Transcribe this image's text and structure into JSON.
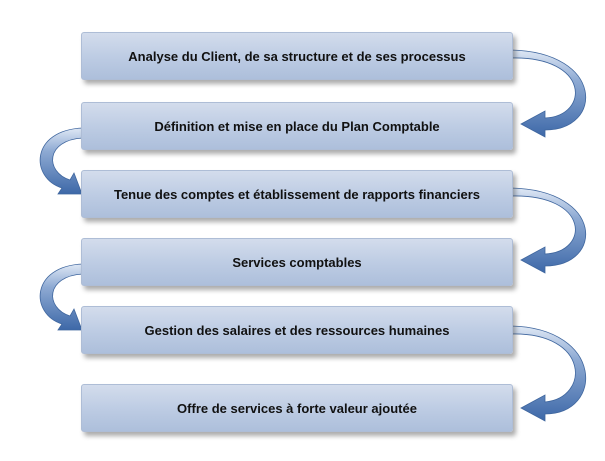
{
  "steps": [
    {
      "label": "Analyse du Client, de sa structure et de ses processus"
    },
    {
      "label": "Définition et mise en place du Plan Comptable"
    },
    {
      "label": "Tenue des comptes et établissement de rapports financiers"
    },
    {
      "label": "Services comptables"
    },
    {
      "label": "Gestion des salaires et des ressources humaines"
    },
    {
      "label": "Offre de services à forte valeur ajoutée"
    }
  ],
  "colors": {
    "box_fill": "#bccbe3",
    "arrow_fill": "#4a74b0"
  }
}
